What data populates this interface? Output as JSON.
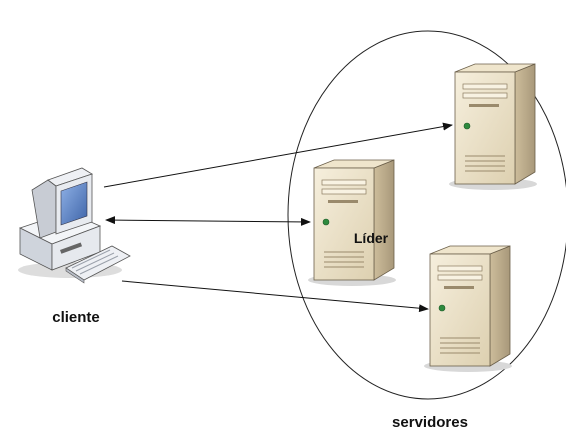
{
  "labels": {
    "client": "cliente",
    "leader": "Líder",
    "servers": "servidores"
  },
  "icons": {
    "client": "desktop-computer-icon",
    "server": "tower-server-icon"
  },
  "colors": {
    "server_body": "#ece2c9",
    "server_side": "#c9b997",
    "monitor_body": "#e9ecf2",
    "screen": "#5f86c6",
    "line": "#111111",
    "status_led": "#2e8a3e"
  },
  "connections": [
    {
      "from": "cliente",
      "to": "servidor superior",
      "arrow": "single"
    },
    {
      "from": "cliente",
      "to": "Líder",
      "arrow": "double"
    },
    {
      "from": "cliente",
      "to": "servidor inferior",
      "arrow": "single"
    }
  ]
}
